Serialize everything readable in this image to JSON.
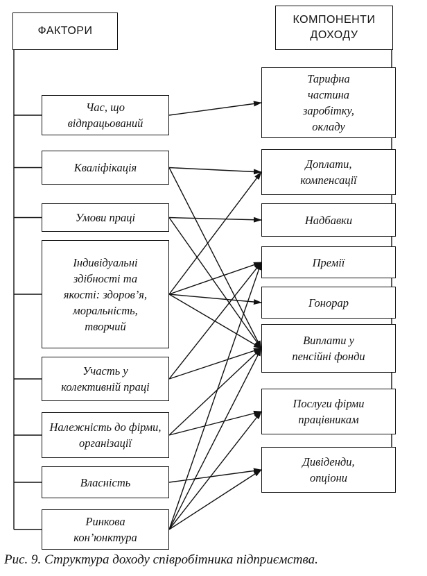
{
  "factors_header": "ФАКТОРИ",
  "components_header": "КОМПОНЕНТИ ДОХОДУ",
  "factors": [
    {
      "id": "f1",
      "label": "Час, що відпрацьований"
    },
    {
      "id": "f2",
      "label": "Кваліфікація"
    },
    {
      "id": "f3",
      "label": "Умови праці"
    },
    {
      "id": "f4",
      "label": "Індивідуальні здібності та якості: здоров’я, моральність, творчий"
    },
    {
      "id": "f5",
      "label": "Участь у колективній праці"
    },
    {
      "id": "f6",
      "label": "Належність до фірми, організації"
    },
    {
      "id": "f7",
      "label": "Власність"
    },
    {
      "id": "f8",
      "label": "Ринкова кон’юнктура"
    }
  ],
  "components": [
    {
      "id": "c1",
      "label": "Тарифна частина заробітку, окладу"
    },
    {
      "id": "c2",
      "label": "Доплати, компенсації"
    },
    {
      "id": "c3",
      "label": "Надбавки"
    },
    {
      "id": "c4",
      "label": "Премії"
    },
    {
      "id": "c5",
      "label": "Гонорар"
    },
    {
      "id": "c6",
      "label": "Виплати у пенсійні фонди"
    },
    {
      "id": "c7",
      "label": "Послуги фірми працівникам"
    },
    {
      "id": "c8",
      "label": "Дивіденди, опціони"
    }
  ],
  "links": [
    [
      "f1",
      "c1"
    ],
    [
      "f2",
      "c2"
    ],
    [
      "f2",
      "c6"
    ],
    [
      "f3",
      "c3"
    ],
    [
      "f3",
      "c6"
    ],
    [
      "f4",
      "c2"
    ],
    [
      "f4",
      "c4"
    ],
    [
      "f4",
      "c5"
    ],
    [
      "f4",
      "c6"
    ],
    [
      "f5",
      "c4"
    ],
    [
      "f5",
      "c6"
    ],
    [
      "f6",
      "c6"
    ],
    [
      "f6",
      "c7"
    ],
    [
      "f7",
      "c8"
    ],
    [
      "f8",
      "c6"
    ],
    [
      "f8",
      "c4"
    ],
    [
      "f8",
      "c7"
    ],
    [
      "f8",
      "c8"
    ]
  ],
  "caption": "Рис. 9. Структура доходу співробітника підприємства."
}
